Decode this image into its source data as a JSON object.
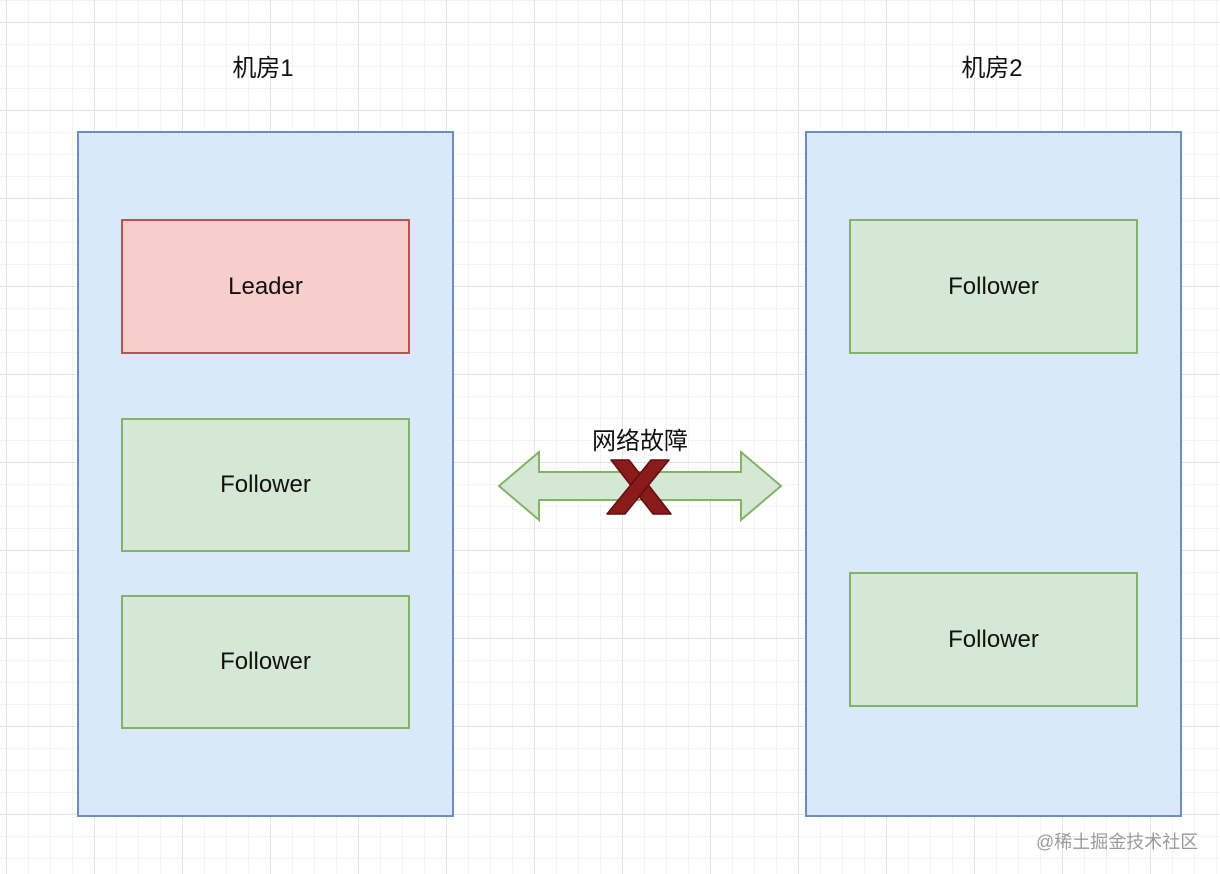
{
  "rooms": [
    {
      "title": "机房1",
      "nodes": [
        {
          "role": "leader",
          "label": "Leader"
        },
        {
          "role": "follower",
          "label": "Follower"
        },
        {
          "role": "follower",
          "label": "Follower"
        }
      ]
    },
    {
      "title": "机房2",
      "nodes": [
        {
          "role": "follower",
          "label": "Follower"
        },
        {
          "role": "follower",
          "label": "Follower"
        }
      ]
    }
  ],
  "link": {
    "label": "网络故障",
    "status": "broken",
    "arrow_fill": "#d5e8d4",
    "arrow_stroke": "#82b366",
    "cross_color": "#8b1a1a"
  },
  "colors": {
    "room_fill": "#dae8fc",
    "room_stroke": "#6c8ebf",
    "leader_fill": "#f8cecc",
    "leader_stroke": "#b85450",
    "follower_fill": "#d5e8d4",
    "follower_stroke": "#82b366"
  },
  "watermark": "@稀土掘金技术社区"
}
